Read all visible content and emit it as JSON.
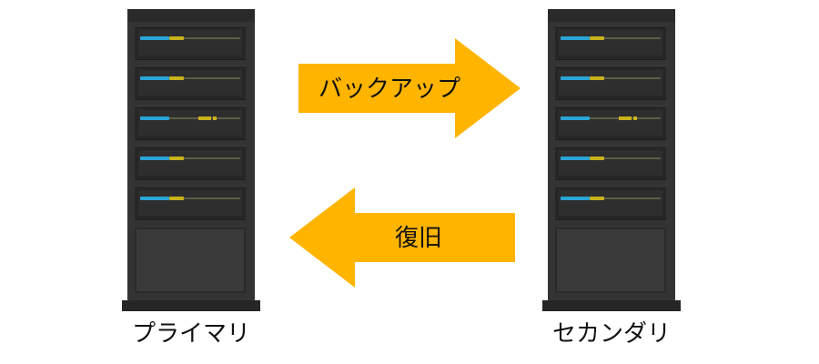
{
  "servers": {
    "primary": {
      "label": "プライマリ"
    },
    "secondary": {
      "label": "セカンダリ"
    }
  },
  "arrows": {
    "backup": {
      "label": "バックアップ",
      "direction": "right",
      "color": "#FFB400"
    },
    "restore": {
      "label": "復旧",
      "direction": "left",
      "color": "#FFB400"
    }
  },
  "colors": {
    "rack": "#333333",
    "led_blue": "#2AA6D9",
    "led_yellow": "#C9B21B"
  }
}
